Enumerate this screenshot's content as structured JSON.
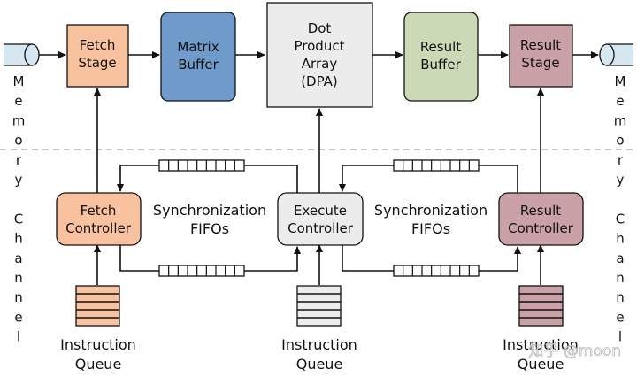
{
  "colors": {
    "fetch": "#f9c29e",
    "matrix": "#6f9bcb",
    "dpa": "#ececec",
    "result_buffer": "#ccd9b6",
    "result": "#c9a1a6",
    "execute": "#ececec",
    "pipe": "#d6e7f2",
    "stroke": "#111111",
    "separator": "#aaaaaa"
  },
  "top_row": {
    "fetch_stage": [
      "Fetch",
      "Stage"
    ],
    "matrix_buffer": [
      "Matrix",
      "Buffer"
    ],
    "dpa": [
      "Dot",
      "Product",
      "Array",
      "(DPA)"
    ],
    "result_buffer": [
      "Result",
      "Buffer"
    ],
    "result_stage": [
      "Result",
      "Stage"
    ]
  },
  "controllers": {
    "fetch": [
      "Fetch",
      "Controller"
    ],
    "execute": [
      "Execute",
      "Controller"
    ],
    "result": [
      "Result",
      "Controller"
    ]
  },
  "fifo_labels": {
    "left": [
      "Synchronization",
      "FIFOs"
    ],
    "right": [
      "Synchronization",
      "FIFOs"
    ]
  },
  "queues": {
    "left": [
      "Instruction",
      "Queue"
    ],
    "middle": [
      "Instruction",
      "Queue"
    ],
    "right": [
      "Instruction",
      "Queue"
    ]
  },
  "side_labels": {
    "left": [
      "M",
      "e",
      "m",
      "o",
      "r",
      "y",
      "",
      "C",
      "h",
      "a",
      "n",
      "n",
      "e",
      "l"
    ],
    "right": [
      "M",
      "e",
      "m",
      "o",
      "r",
      "y",
      "",
      "C",
      "h",
      "a",
      "n",
      "n",
      "e",
      "l"
    ]
  },
  "watermark": "知乎 @moon"
}
